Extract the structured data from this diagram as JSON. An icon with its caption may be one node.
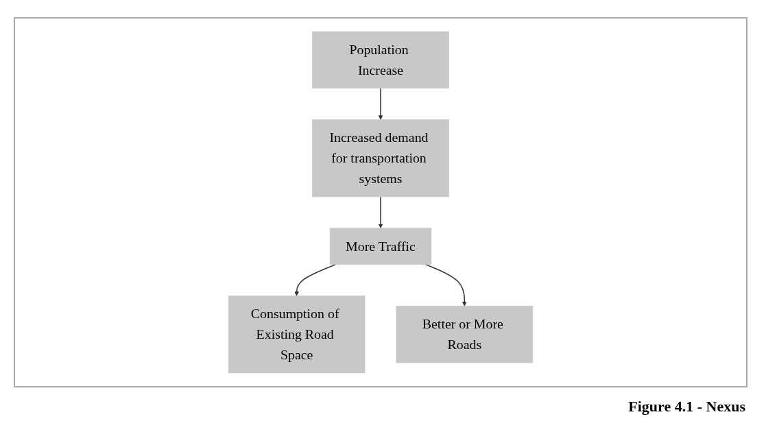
{
  "diagram": {
    "caption": "Figure 4.1 - Nexus",
    "nodes": [
      {
        "text": [
          "Population Increase"
        ]
      },
      {
        "text": [
          "Increased demand for transportation systems"
        ]
      },
      {
        "text": [
          "More Traffic"
        ]
      },
      {
        "text": [
          "Consumption of Existing Road Space"
        ]
      },
      {
        "text": [
          "Better or More Roads"
        ]
      }
    ],
    "edges": [
      {
        "from": 0,
        "to": 1,
        "arrow": "to"
      },
      {
        "from": 1,
        "to": 2,
        "arrow": "to"
      },
      {
        "from": 2,
        "to": 3,
        "arrow": "to"
      },
      {
        "from": 2,
        "to": 4,
        "arrow": "to"
      }
    ]
  }
}
